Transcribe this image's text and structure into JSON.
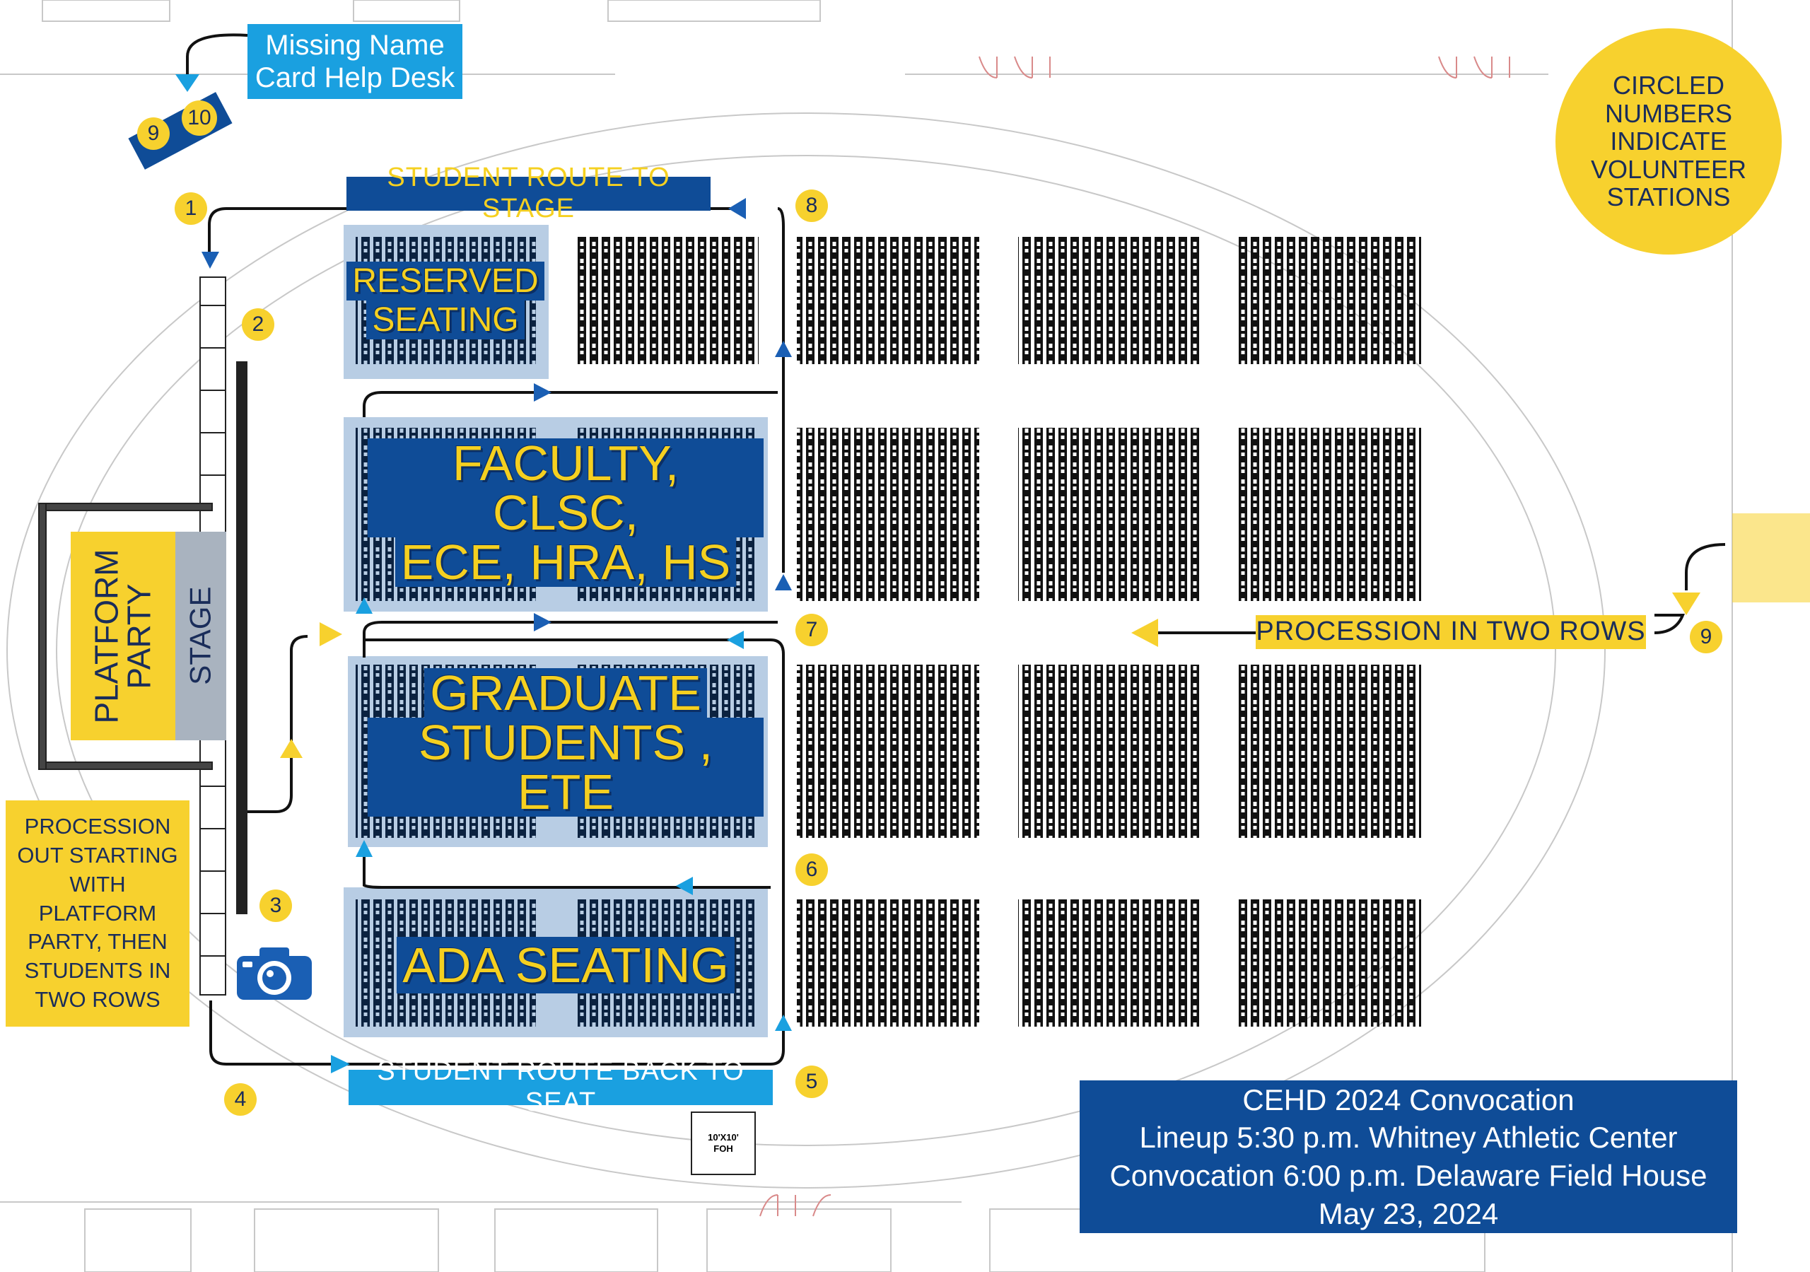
{
  "colors": {
    "navy": "#0f4c97",
    "sky": "#1aa0e0",
    "yellow": "#f7d12e",
    "section_fill": "#b8cde4",
    "route_line": "#111111"
  },
  "help_desk": {
    "line1": "Missing Name",
    "line2": "Card Help Desk"
  },
  "route_to_stage": "STUDENT ROUTE TO STAGE",
  "route_back_to_seat": "STUDENT ROUTE BACK TO SEAT",
  "procession_two_rows": "PROCESSION IN TWO ROWS",
  "procession_out": {
    "lines": [
      "PROCESSION",
      "OUT STARTING",
      "WITH",
      "PLATFORM",
      "PARTY, THEN",
      "STUDENTS IN",
      "TWO ROWS"
    ]
  },
  "legend": {
    "lines": [
      "CIRCLED",
      "NUMBERS",
      "INDICATE",
      "VOLUNTEER",
      "STATIONS"
    ]
  },
  "sections": {
    "reserved": {
      "line1": "RESERVED",
      "line2": "SEATING"
    },
    "faculty": {
      "line1": "FACULTY, CLSC,",
      "line2": "ECE, HRA, HS"
    },
    "graduate": {
      "line1": "GRADUATE",
      "line2": "STUDENTS , ETE"
    },
    "ada": "ADA SEATING"
  },
  "platform_party": {
    "line1": "PLATFORM",
    "line2": "PARTY"
  },
  "stage_label": "STAGE",
  "foh": {
    "line1": "10'X10'",
    "line2": "FOH"
  },
  "stations": [
    "1",
    "2",
    "3",
    "4",
    "5",
    "6",
    "7",
    "8",
    "9",
    "10",
    "9"
  ],
  "event_info": {
    "title": "CEHD 2024 Convocation",
    "lineup": "Lineup 5:30 p.m. Whitney Athletic Center",
    "convocation": "Convocation 6:00 p.m. Delaware Field House",
    "date": "May 23, 2024"
  },
  "icons": [
    "camera-icon",
    "arrow-icon"
  ]
}
